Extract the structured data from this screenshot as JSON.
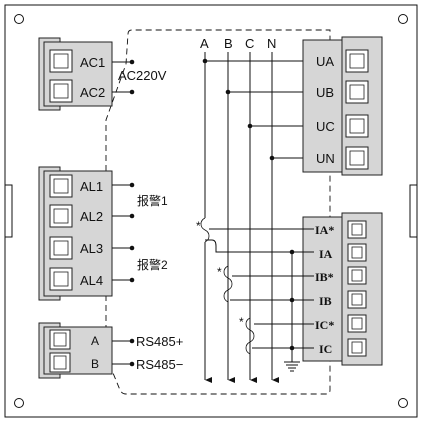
{
  "power": {
    "terminals": [
      "AC1",
      "AC2"
    ],
    "label": "AC220V"
  },
  "alarm": {
    "terminals": [
      "AL1",
      "AL2",
      "AL3",
      "AL4"
    ],
    "alarm1_label": "报警1",
    "alarm2_label": "报警2"
  },
  "rs485": {
    "terminals": [
      "A",
      "B"
    ],
    "labels": [
      "RS485+",
      "RS485−"
    ]
  },
  "bus": {
    "lines": [
      "A",
      "B",
      "C",
      "N"
    ]
  },
  "voltage": {
    "terminals": [
      "UA",
      "UB",
      "UC",
      "UN"
    ]
  },
  "current": {
    "terminals": [
      "IA*",
      "IA",
      "IB*",
      "IB",
      "IC*",
      "IC"
    ],
    "ct_marks": [
      "*",
      "*",
      "*"
    ]
  }
}
